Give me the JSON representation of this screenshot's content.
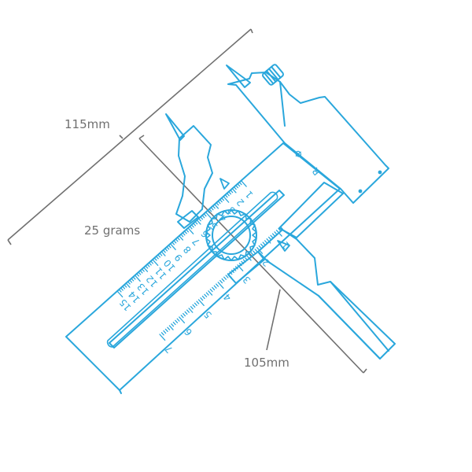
{
  "colors": {
    "tool_stroke": "#2aa7dc",
    "dimension_line": "#707070",
    "label_text": "#707070",
    "background": "#ffffff"
  },
  "labels": {
    "length_label": "115mm",
    "weight_label": "25 grams",
    "width_label": "105mm"
  },
  "diameter_scale": {
    "symbol": "Φ",
    "numbers": [
      "1",
      "2",
      "3",
      "4",
      "5",
      "6",
      "7",
      "8",
      "9",
      "10",
      "11",
      "12",
      "13",
      "14",
      "15"
    ]
  },
  "radius_scale": {
    "symbol": "R",
    "numbers": [
      "1",
      "2",
      "3",
      "4",
      "5",
      "6",
      "7"
    ]
  },
  "icons": [
    "compass-cutter-tool",
    "thumb-screw-knob",
    "adjust-wheel-icon",
    "cutting-blade-icon"
  ]
}
